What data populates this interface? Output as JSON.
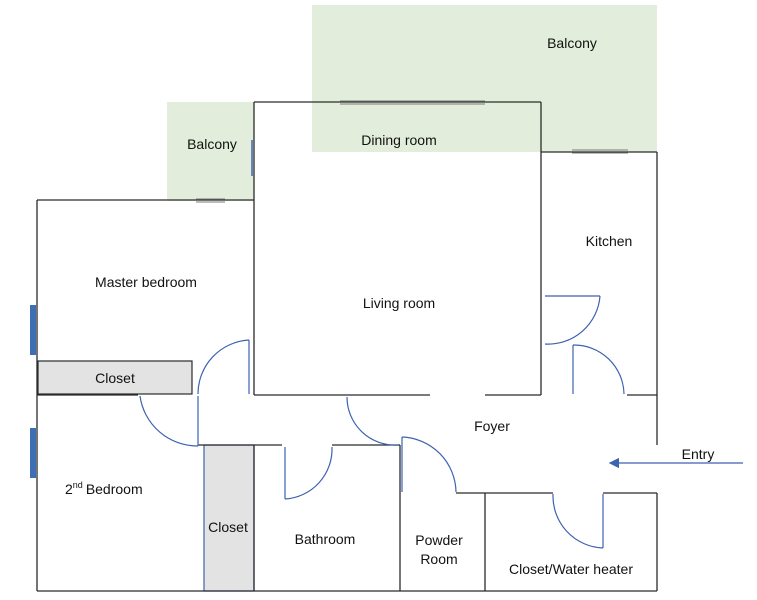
{
  "colors": {
    "balcony": "#e2eedb",
    "closet": "#e3e3e3",
    "wall": "#2b2b2b",
    "door": "#3d62b0",
    "window_panel": "#3e6fb5",
    "entry_arrow": "#3d62b0"
  },
  "rooms": {
    "balcony_large": "Balcony",
    "balcony_small": "Balcony",
    "dining_room": "Dining room",
    "kitchen": "Kitchen",
    "master_bedroom": "Master bedroom",
    "living_room": "Living room",
    "closet_master": "Closet",
    "foyer": "Foyer",
    "entry": "Entry",
    "second_bedroom": "Bedroom",
    "second_bedroom_ordinal": "2",
    "second_bedroom_suffix": "nd",
    "closet_second": "Closet",
    "bathroom": "Bathroom",
    "powder_room_line1": "Powder",
    "powder_room_line2": "Room",
    "closet_water_heater": "Closet/Water heater"
  }
}
